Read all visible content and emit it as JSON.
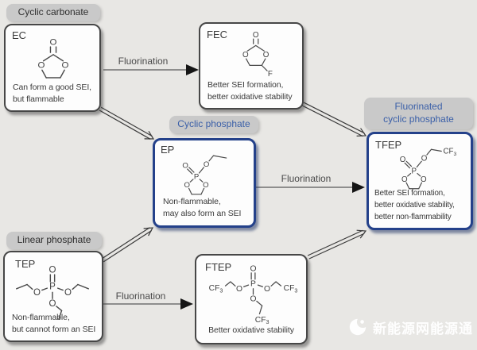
{
  "colors": {
    "accent_blue": "#24418a",
    "blue_label_text": "#3a5fa8",
    "badge_gray": "#c9c9c9"
  },
  "badges": {
    "cyclic_carbonate": "Cyclic carbonate",
    "cyclic_phosphate": "Cyclic phosphate",
    "fluorinated_line1": "Fluorinated",
    "fluorinated_line2": "cyclic phosphate",
    "linear_phosphate": "Linear phosphate"
  },
  "arrows": {
    "fluorination_label": "Fluorination"
  },
  "molecules": {
    "ec": {
      "name": "EC",
      "desc": [
        "Can form a good SEI,",
        "but flammable"
      ]
    },
    "fec": {
      "name": "FEC",
      "desc": [
        "Better SEI formation,",
        "better oxidative stability"
      ]
    },
    "ep": {
      "name": "EP",
      "desc": [
        "Non-flammable,",
        "may also form an SEI"
      ]
    },
    "tfep": {
      "name": "TFEP",
      "desc": [
        "Better SEI formation,",
        "better oxidative stability,",
        "better non-flammability"
      ]
    },
    "tep": {
      "name": "TEP",
      "desc": [
        "Non-flammable,",
        "but cannot form an SEI"
      ]
    },
    "ftep": {
      "name": "FTEP",
      "desc": [
        "Better oxidative stability"
      ]
    }
  },
  "atoms": {
    "o": "O",
    "p": "P",
    "f": "F",
    "cf": "CF",
    "sub3": "3"
  },
  "watermark": {
    "text": "新能源网能源通"
  }
}
